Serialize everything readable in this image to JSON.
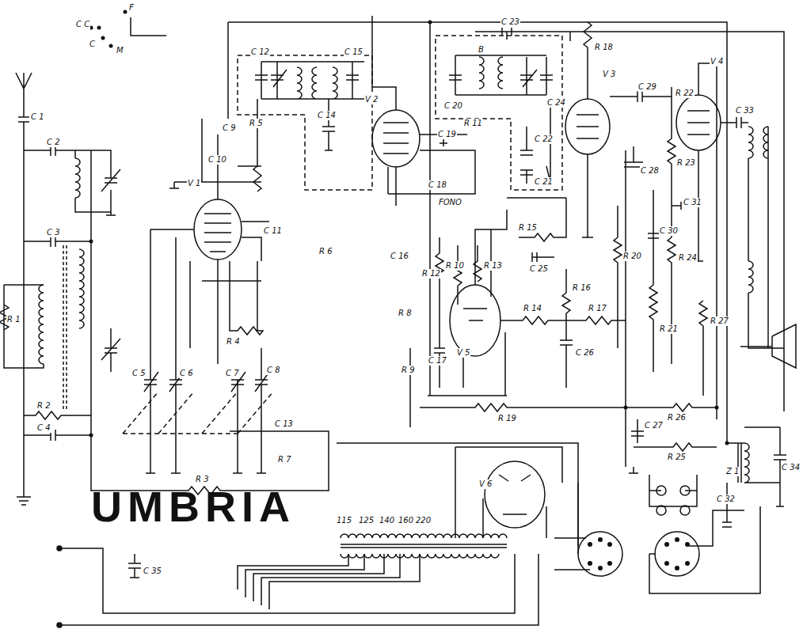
{
  "diagram": {
    "title": "UMBRIA",
    "labels": [
      "C 1",
      "C 2",
      "C 3",
      "R 1",
      "R 2",
      "C 4",
      "C 5",
      "C 6",
      "C 7",
      "C 8",
      "C 13",
      "R 7",
      "R 3",
      "R 4",
      "V 1",
      "C 9",
      "C 10",
      "R 5",
      "C 12",
      "C 15",
      "C 14",
      "C 11",
      "R 6",
      "C 16",
      "R 8",
      "R 9",
      "V 2",
      "C 19",
      "C 18",
      "FONO",
      "R 11",
      "C 23",
      "B",
      "C 20",
      "C 24",
      "C 22",
      "C 21",
      "V 3",
      "R 18",
      "C 29",
      "R 22",
      "R 23",
      "V 4",
      "C 33",
      "C 28",
      "C 31",
      "R 24",
      "C 30",
      "R 21",
      "R 27",
      "R 20",
      "R 15",
      "C 25",
      "R 16",
      "R 10",
      "R 13",
      "R 12",
      "V 5",
      "C 17",
      "R 14",
      "R 17",
      "C 26",
      "R 19",
      "R 26",
      "C 27",
      "R 25",
      "Z 1",
      "C 34",
      "C 32",
      "V 6",
      "C 35",
      "115",
      "125",
      "140",
      "160",
      "220",
      "C C",
      "C",
      "F",
      "M"
    ]
  }
}
